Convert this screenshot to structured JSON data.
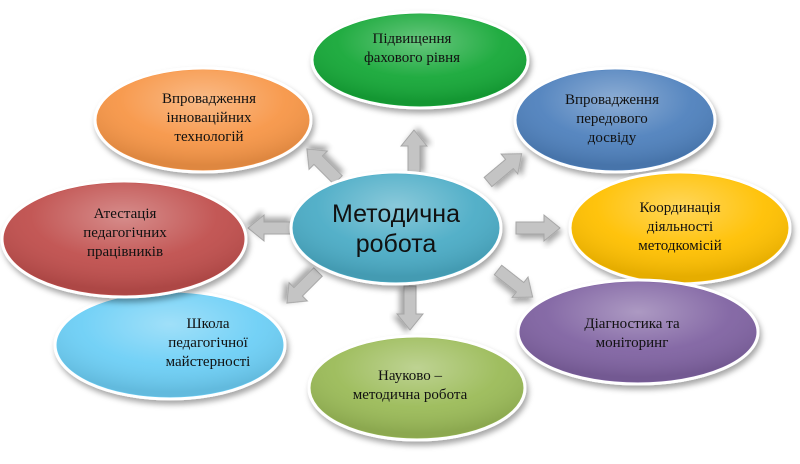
{
  "center": {
    "lines": [
      "Методична",
      "робота"
    ],
    "color": "#4bacc6"
  },
  "nodes": [
    {
      "id": "professional-level",
      "lines": [
        "Підвищення",
        "фахового рівня"
      ],
      "color": "#12a837"
    },
    {
      "id": "advanced-experience",
      "lines": [
        "Впровадження",
        "передового",
        "досвіду"
      ],
      "color": "#4f81bd"
    },
    {
      "id": "coordination",
      "lines": [
        "Координація",
        "діяльності",
        "методкомісій"
      ],
      "color": "#ffc000"
    },
    {
      "id": "diagnostics",
      "lines": [
        "Діагностика та",
        "моніторинг"
      ],
      "color": "#8064a2"
    },
    {
      "id": "research",
      "lines": [
        "Науково –",
        "методична робота"
      ],
      "color": "#9bbb59"
    },
    {
      "id": "school",
      "lines": [
        "Школа",
        "педагогічної",
        "майстерності"
      ],
      "color": "#6dcff6"
    },
    {
      "id": "attestation",
      "lines": [
        "Атестація",
        "педагогічних",
        "працівників"
      ],
      "color": "#c0504d"
    },
    {
      "id": "innovations",
      "lines": [
        "Впровадження",
        "інноваційних",
        "технологій"
      ],
      "color": "#f79646"
    }
  ],
  "arrow_color": "#c4c4c4"
}
